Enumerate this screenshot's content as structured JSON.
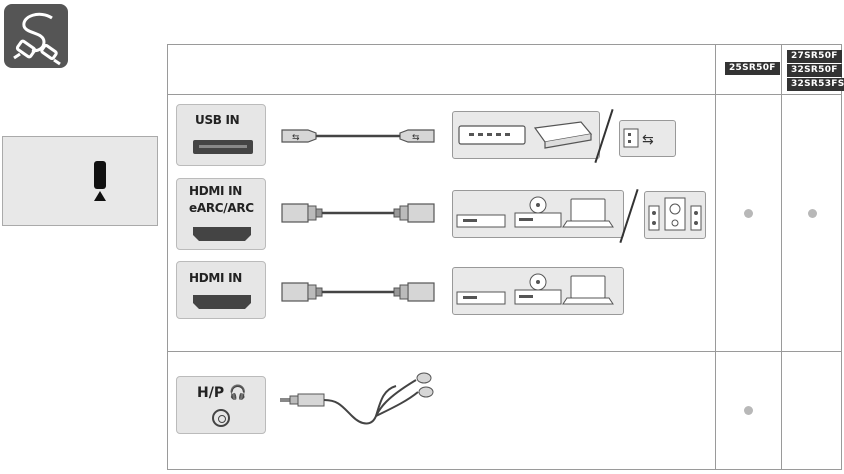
{
  "icons": {
    "cable_icon": "cable-icon",
    "usb_symbol": "usb-symbol-icon",
    "headphone": "headphone-icon",
    "bluray": "bluray-player-icon",
    "disc": "dvd-player-icon",
    "laptop": "laptop-icon",
    "speakers": "speaker-system-icon",
    "storage": "external-hdd-icon",
    "tv_side": "tv-side-panel-icon"
  },
  "table": {
    "models": {
      "col1": [
        "25SR50F"
      ],
      "col2": [
        "27SR50F",
        "32SR50F",
        "32SR53FS"
      ]
    },
    "rows": [
      {
        "ports": [
          {
            "label": "USB IN"
          },
          {
            "label_line1": "HDMI IN",
            "label_line2": "eARC/ARC"
          },
          {
            "label": "HDMI IN"
          }
        ],
        "col1_supported": true,
        "col2_supported": true
      },
      {
        "ports": [
          {
            "label": "H/P"
          }
        ],
        "col1_supported": true,
        "col2_supported": false
      }
    ]
  },
  "colors": {
    "badge_bg": "#333333",
    "dot": "#b8b8b8",
    "panel_bg": "#e6e6e6"
  }
}
